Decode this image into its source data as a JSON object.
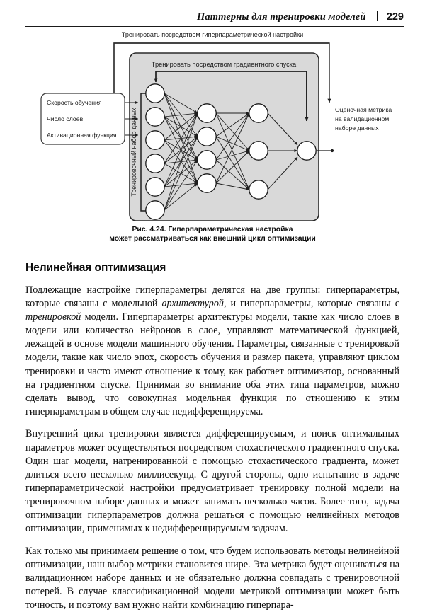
{
  "header": {
    "title": "Паттерны для тренировки моделей",
    "separator": "|",
    "page_number": "229"
  },
  "figure": {
    "outer_loop_label": "Тренировать посредством гиперпараметрической настройки",
    "inner_loop_label": "Тренировать посредством градиентного спуска",
    "dataset_label": "Тренировочный набор данных",
    "hyperparameters": [
      "Скорость обучения",
      "Число слоев",
      "Активационная функция"
    ],
    "output_label_lines": [
      "Оценочная метрика",
      "на валидационном",
      "наборе данных"
    ],
    "colors": {
      "panel_fill": "#d9d9d9",
      "panel_stroke": "#2b2b2b",
      "node_fill": "#ffffff",
      "node_stroke": "#1a1a1a",
      "edge": "#1f1f1f",
      "box_stroke": "#3a3a3a"
    },
    "network": {
      "layers": [
        6,
        4,
        3,
        1
      ]
    },
    "caption_lines": [
      "Рис. 4.24. Гиперпараметрическая настройка",
      "может рассматриваться как внешний цикл оптимизации"
    ]
  },
  "body": {
    "heading": "Нелинейная оптимизация",
    "paragraphs": [
      {
        "runs": [
          {
            "text": "Подлежащие настройке гиперпараметры делятся на две группы: гиперпараметры, которые связаны с модельной ",
            "italic": false
          },
          {
            "text": "архитектурой",
            "italic": true
          },
          {
            "text": ", и гиперпараметры, которые связаны с ",
            "italic": false
          },
          {
            "text": "тренировкой",
            "italic": true
          },
          {
            "text": " модели. Гиперпараметры архитектуры модели, такие как число слоев в модели или количество нейронов в слое, управляют математической функцией, лежащей в основе модели машинного обучения. Параметры, связанные с тренировкой модели, такие как число эпох, скорость обучения и размер пакета, управляют циклом тренировки и часто имеют отношение к тому, как работает оптимизатор, основанный на градиентном спуске. Принимая во внимание оба этих типа параметров, можно сделать вывод, что совокупная модельная функция по отношению к этим гиперпараметрам в общем случае недифференцируема.",
            "italic": false
          }
        ]
      },
      {
        "runs": [
          {
            "text": "Внутренний цикл тренировки является дифференцируемым, и поиск оптимальных параметров может осуществляться посредством стохастического градиентного спуска. Один шаг модели, натренированной с помощью стохастического градиента, может длиться всего несколько миллисекунд. С другой стороны, одно испытание в задаче гиперпараметрической настройки предусматривает тренировку полной модели на тренировочном наборе данных и может занимать несколько часов. Более того, задача оптимизации гиперпараметров должна решаться с помощью нелинейных методов оптимизации, применимых к недифференцируемым задачам.",
            "italic": false
          }
        ]
      },
      {
        "runs": [
          {
            "text": "Как только мы принимаем решение о том, что будем использовать методы нелинейной оптимизации, наш выбор метрики становится шире. Эта метрика будет оцениваться на валидационном наборе данных и не обязательно должна совпадать с тренировочной потерей. В случае классификационной модели метрикой оптимизации может быть точность, и поэтому вам нужно найти комбинацию гиперпара-",
            "italic": false
          }
        ]
      }
    ]
  }
}
